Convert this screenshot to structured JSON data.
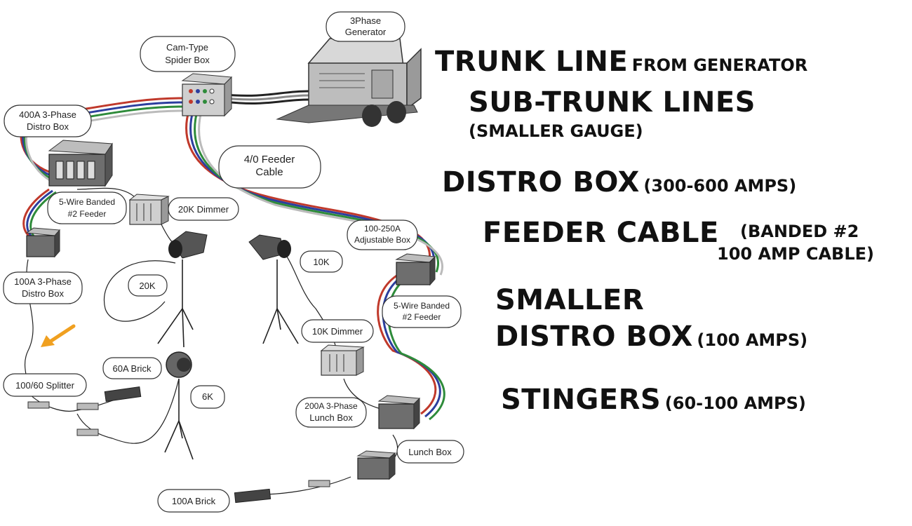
{
  "diagram_labels": {
    "generator": "3Phase Generator",
    "generator_l1": "3Phase",
    "generator_l2": "Generator",
    "spider_l1": "Cam-Type",
    "spider_l2": "Spider Box",
    "distro400_l1": "400A 3-Phase",
    "distro400_l2": "Distro Box",
    "feeder40_l1": "4/0 Feeder",
    "feeder40_l2": "Cable",
    "banded_left_l1": "5-Wire Banded",
    "banded_left_l2": "#2 Feeder",
    "dimmer20k": "20K Dimmer",
    "adjustable_l1": "100-250A",
    "adjustable_l2": "Adjustable Box",
    "light10k": "10K",
    "light20k": "20K",
    "distro100_l1": "100A 3-Phase",
    "distro100_l2": "Distro Box",
    "banded_right_l1": "5-Wire Banded",
    "banded_right_l2": "#2 Feeder",
    "dimmer10k": "10K Dimmer",
    "brick60": "60A Brick",
    "splitter": "100/60 Splitter",
    "light6k": "6K",
    "lunchbox200_l1": "200A 3-Phase",
    "lunchbox200_l2": "Lunch Box",
    "lunchbox": "Lunch Box",
    "brick100": "100A Brick"
  },
  "legend": {
    "trunk_main": "TRUNK LINE",
    "trunk_sub": "FROM GENERATOR",
    "subtrunk_main": "SUB-TRUNK LINES",
    "subtrunk_sub": "(SMALLER GAUGE)",
    "distro_main": "DISTRO BOX",
    "distro_sub": "(300-600 AMPS)",
    "feeder_main": "FEEDER CABLE",
    "feeder_sub1": "(BANDED #2",
    "feeder_sub2": "100 AMP CABLE)",
    "smaller_main1": "SMALLER",
    "smaller_main2": "DISTRO BOX",
    "smaller_sub": "(100 AMPS)",
    "stingers_main": "STINGERS",
    "stingers_sub": "(60-100 AMPS)"
  },
  "colors": {
    "cable_red": "#c0392b",
    "cable_green": "#2e8b3a",
    "cable_blue": "#2c3e9e",
    "cable_white": "#bbbbbb",
    "cable_black": "#222222",
    "arrow": "#f0a020"
  }
}
